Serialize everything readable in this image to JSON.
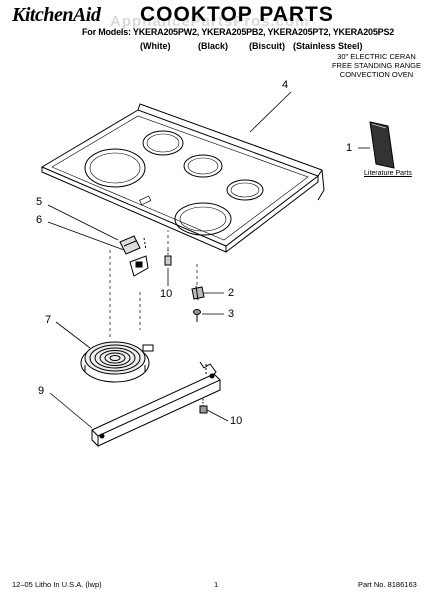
{
  "header": {
    "brand": "KitchenAid",
    "title": "COOKTOP PARTS",
    "models_line": "For Models: YKERA205PW2, YKERA205PB2, YKERA205PT2, YKERA205PS2",
    "finishes": [
      "(White)",
      "(Black)",
      "(Biscuit)",
      "(Stainless Steel)"
    ],
    "description": [
      "30\" ELECTRIC CERAN",
      "FREE STANDING RANGE",
      "CONVECTION OVEN"
    ]
  },
  "watermark": "AppliancePartsPros.com",
  "callouts": {
    "c1": "1",
    "c2": "2",
    "c3": "3",
    "c4": "4",
    "c5": "5",
    "c6": "6",
    "c7": "7",
    "c9": "9",
    "c10a": "10",
    "c10b": "10"
  },
  "literature_label": "Literature Parts",
  "footer": {
    "left": "12–05 Litho In U.S.A. (lwp)",
    "center": "1",
    "right": "Part No. 8186163"
  }
}
